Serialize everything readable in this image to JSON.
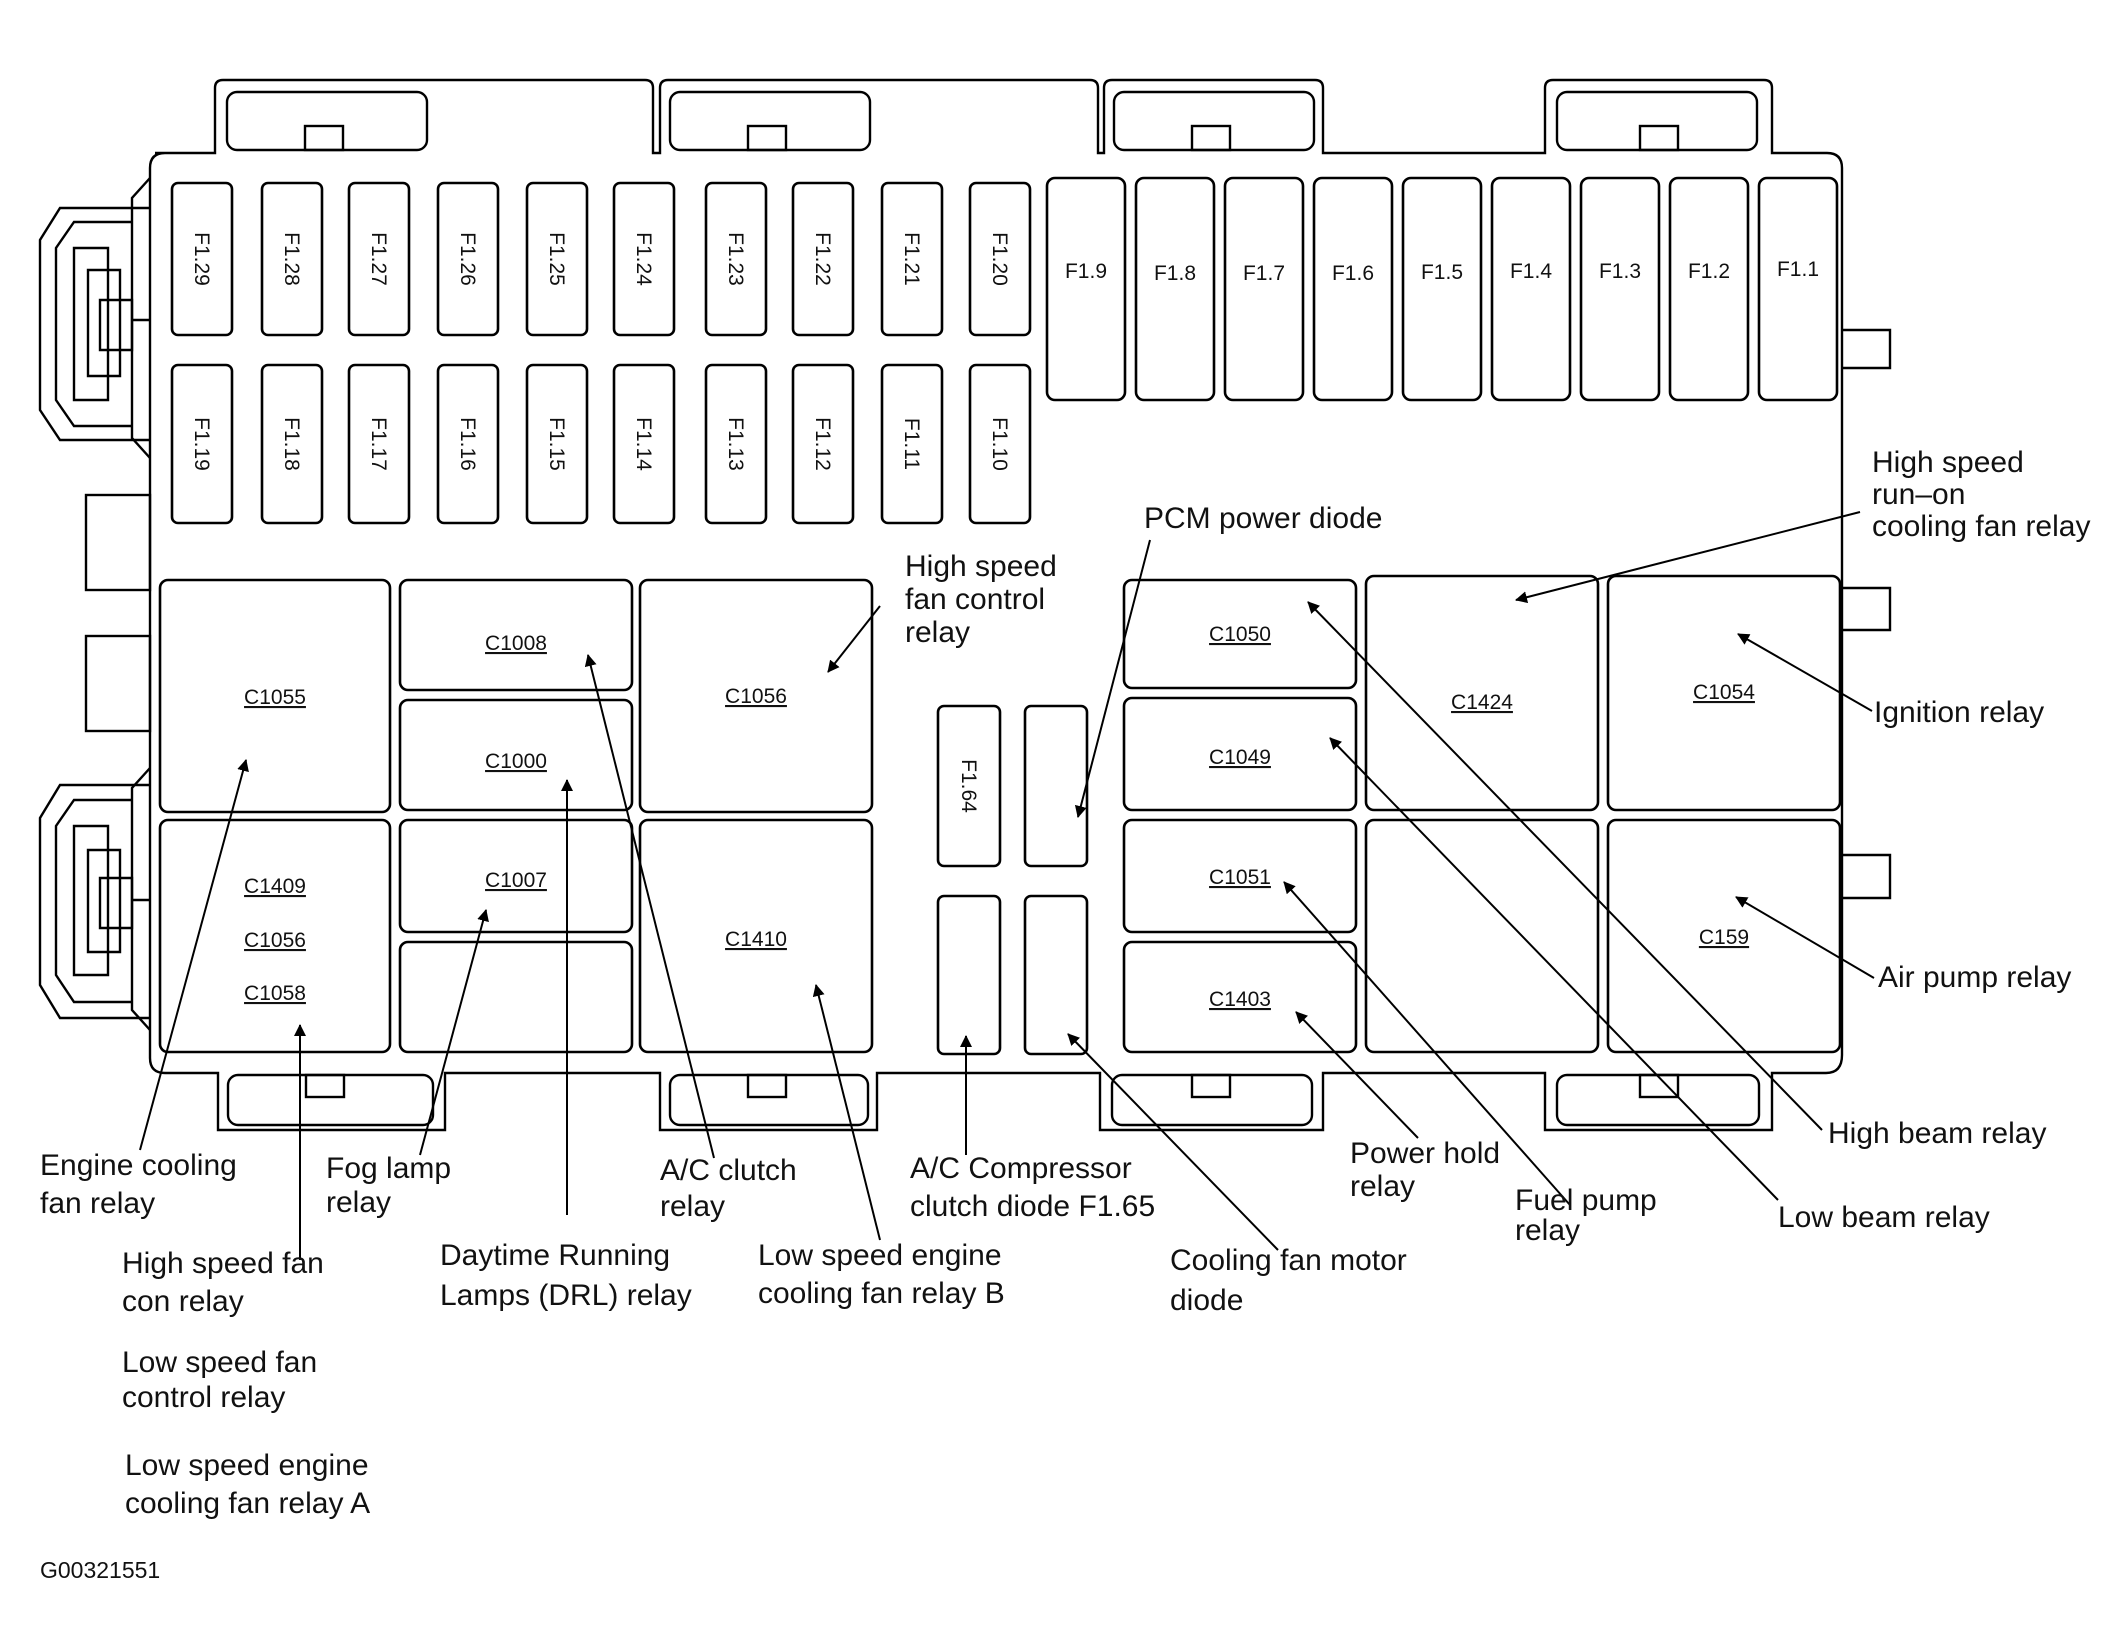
{
  "figure_id": "G00321551",
  "fuses_top_row": [
    "F1.29",
    "F1.28",
    "F1.27",
    "F1.26",
    "F1.25",
    "F1.24",
    "F1.23",
    "F1.22",
    "F1.21",
    "F1.20"
  ],
  "fuses_second_row": [
    "F1.19",
    "F1.18",
    "F1.17",
    "F1.16",
    "F1.15",
    "F1.14",
    "F1.13",
    "F1.12",
    "F1.11",
    "F1.10"
  ],
  "fuses_right_row": [
    "F1.9",
    "F1.8",
    "F1.7",
    "F1.6",
    "F1.5",
    "F1.4",
    "F1.3",
    "F1.2",
    "F1.1"
  ],
  "fuse_mid": "F1.64",
  "connectors": {
    "c1055": "C1055",
    "c1409": "C1409",
    "c1056_left": "C1056",
    "c1058": "C1058",
    "c1008": "C1008",
    "c1000": "C1000",
    "c1007": "C1007",
    "c1056_mid": "C1056",
    "c1410": "C1410",
    "c1050": "C1050",
    "c1049": "C1049",
    "c1051": "C1051",
    "c1403": "C1403",
    "c1424": "C1424",
    "c1054": "C1054",
    "c159": "C159"
  },
  "callouts": {
    "engine_cooling_fan_relay": [
      "Engine cooling",
      "fan  relay"
    ],
    "high_speed_fan_con_relay": [
      "High speed fan",
      "con relay"
    ],
    "low_speed_fan_control_relay": [
      "Low speed fan",
      "control relay"
    ],
    "low_speed_engine_cooling_fan_relay_a": [
      "Low speed engine",
      "cooling fan  relay A"
    ],
    "fog_lamp_relay": [
      "Fog lamp",
      "relay"
    ],
    "drl_relay": [
      "Daytime Running",
      "Lamps (DRL) relay"
    ],
    "ac_clutch_relay": [
      "A/C clutch",
      "relay"
    ],
    "low_speed_engine_cooling_fan_relay_b": [
      "Low speed engine",
      "cooling fan relay B"
    ],
    "ac_compressor_clutch_diode": [
      "A/C Compressor",
      "clutch diode  F1.65"
    ],
    "cooling_fan_motor_diode": [
      "Cooling fan motor",
      "diode"
    ],
    "power_hold_relay": [
      "Power hold",
      "relay"
    ],
    "fuel_pump_relay": [
      "Fuel pump",
      "relay"
    ],
    "low_beam_relay": [
      "Low beam relay"
    ],
    "high_beam_relay": [
      "High beam relay"
    ],
    "air_pump_relay": [
      "Air pump relay"
    ],
    "ignition_relay": [
      "Ignition relay"
    ],
    "high_speed_runon_cooling_fan_relay": [
      "High speed",
      "run–on",
      "cooling fan relay"
    ],
    "pcm_power_diode": [
      "PCM power diode"
    ],
    "high_speed_fan_control_relay": [
      "High speed",
      "fan control",
      "relay"
    ]
  }
}
